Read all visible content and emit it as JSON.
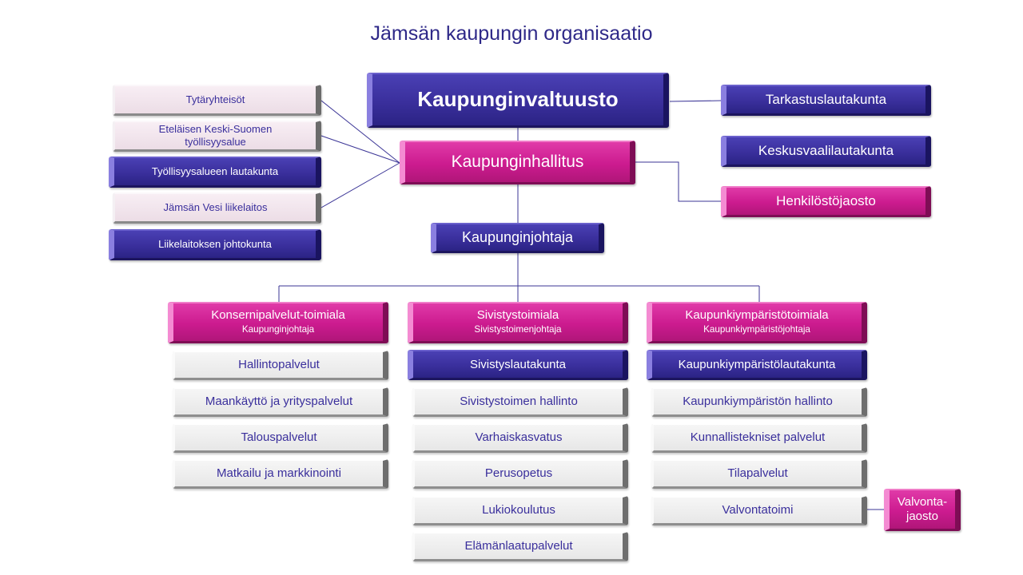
{
  "title": "Jämsän kaupungin organisaatio",
  "council": "Kaupunginvaltuusto",
  "board": "Kaupunginhallitus",
  "mayor": "Kaupunginjohtaja",
  "right_boxes": [
    "Tarkastuslautakunta",
    "Keskusvaalilautakunta",
    "Henkilöstöjaosto"
  ],
  "left_boxes": {
    "tytaryhteisot": "Tytäryhteisöt",
    "etelaisen_line1": "Eteläisen Keski-Suomen",
    "etelaisen_line2": "työllisyysalue",
    "tyollisyys_lautakunta": "Työllisyysalueen lautakunta",
    "vesi": "Jämsän Vesi liikelaitos",
    "liikelaitos": "Liikelaitoksen johtokunta"
  },
  "divisions": [
    {
      "name": "Konsernipalvelut-toimiala",
      "head": "Kaupunginjohtaja",
      "units": [
        "Hallintopalvelut",
        "Maankäyttö ja yrityspalvelut",
        "Talouspalvelut",
        "Matkailu ja markkinointi"
      ]
    },
    {
      "name": "Sivistystoimiala",
      "head": "Sivistystoimenjohtaja",
      "committee": "Sivistyslautakunta",
      "units": [
        "Sivistystoimen hallinto",
        "Varhaiskasvatus",
        "Perusopetus",
        "Lukiokoulutus",
        "Elämänlaatupalvelut"
      ]
    },
    {
      "name": "Kaupunkiympäristötoimiala",
      "head": "Kaupunkiympäristöjohtaja",
      "committee": "Kaupunkiympäristölautakunta",
      "units": [
        "Kaupunkiympäristön hallinto",
        "Kunnallistekniset palvelut",
        "Tilapalvelut",
        "Valvontatoimi"
      ]
    }
  ],
  "valvonta": {
    "line1": "Valvonta-",
    "line2": "jaosto"
  },
  "colors": {
    "dark_purple": "#3a2f9c",
    "magenta": "#cc1b8f",
    "light_pink": "#f3e6ee",
    "light_grey": "#eeeeee",
    "line": "#3a2f9c"
  }
}
